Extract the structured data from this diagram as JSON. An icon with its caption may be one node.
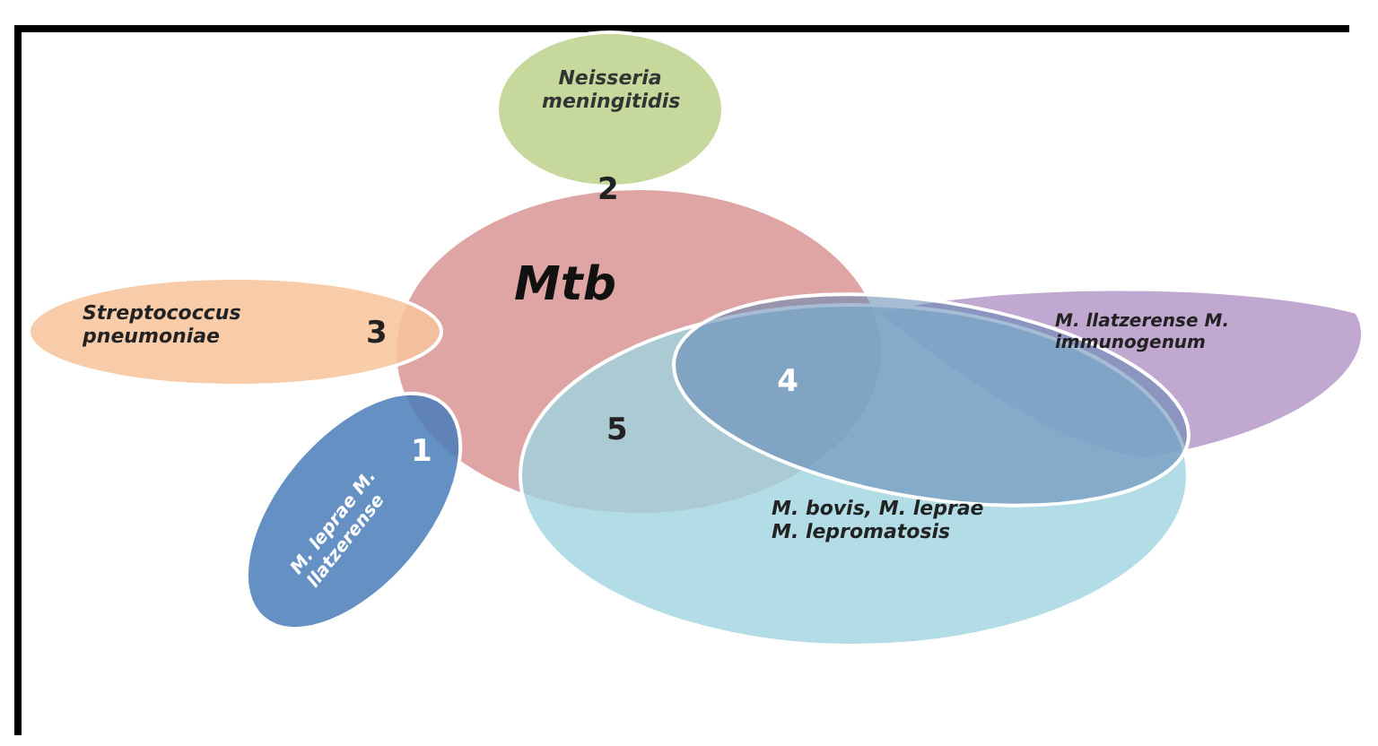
{
  "diagram": {
    "nodes": [
      {
        "text": [
          "Neisseria meningitidis"
        ]
      },
      {
        "text": [
          "Mtb"
        ]
      },
      {
        "text": [
          "Streptococcus pneumoniae"
        ]
      },
      {
        "text": [
          "M. leprae M. llatzerense"
        ]
      },
      {
        "text": [
          "M. llatzerense M. immunogenum"
        ]
      },
      {
        "text": [
          "M. bovis, M. leprae M. lepromatosis"
        ]
      },
      {
        "text": [
          "4"
        ],
        "in": 5
      }
    ],
    "edges": [],
    "labels": [
      "2",
      "3",
      "1",
      "5"
    ]
  }
}
